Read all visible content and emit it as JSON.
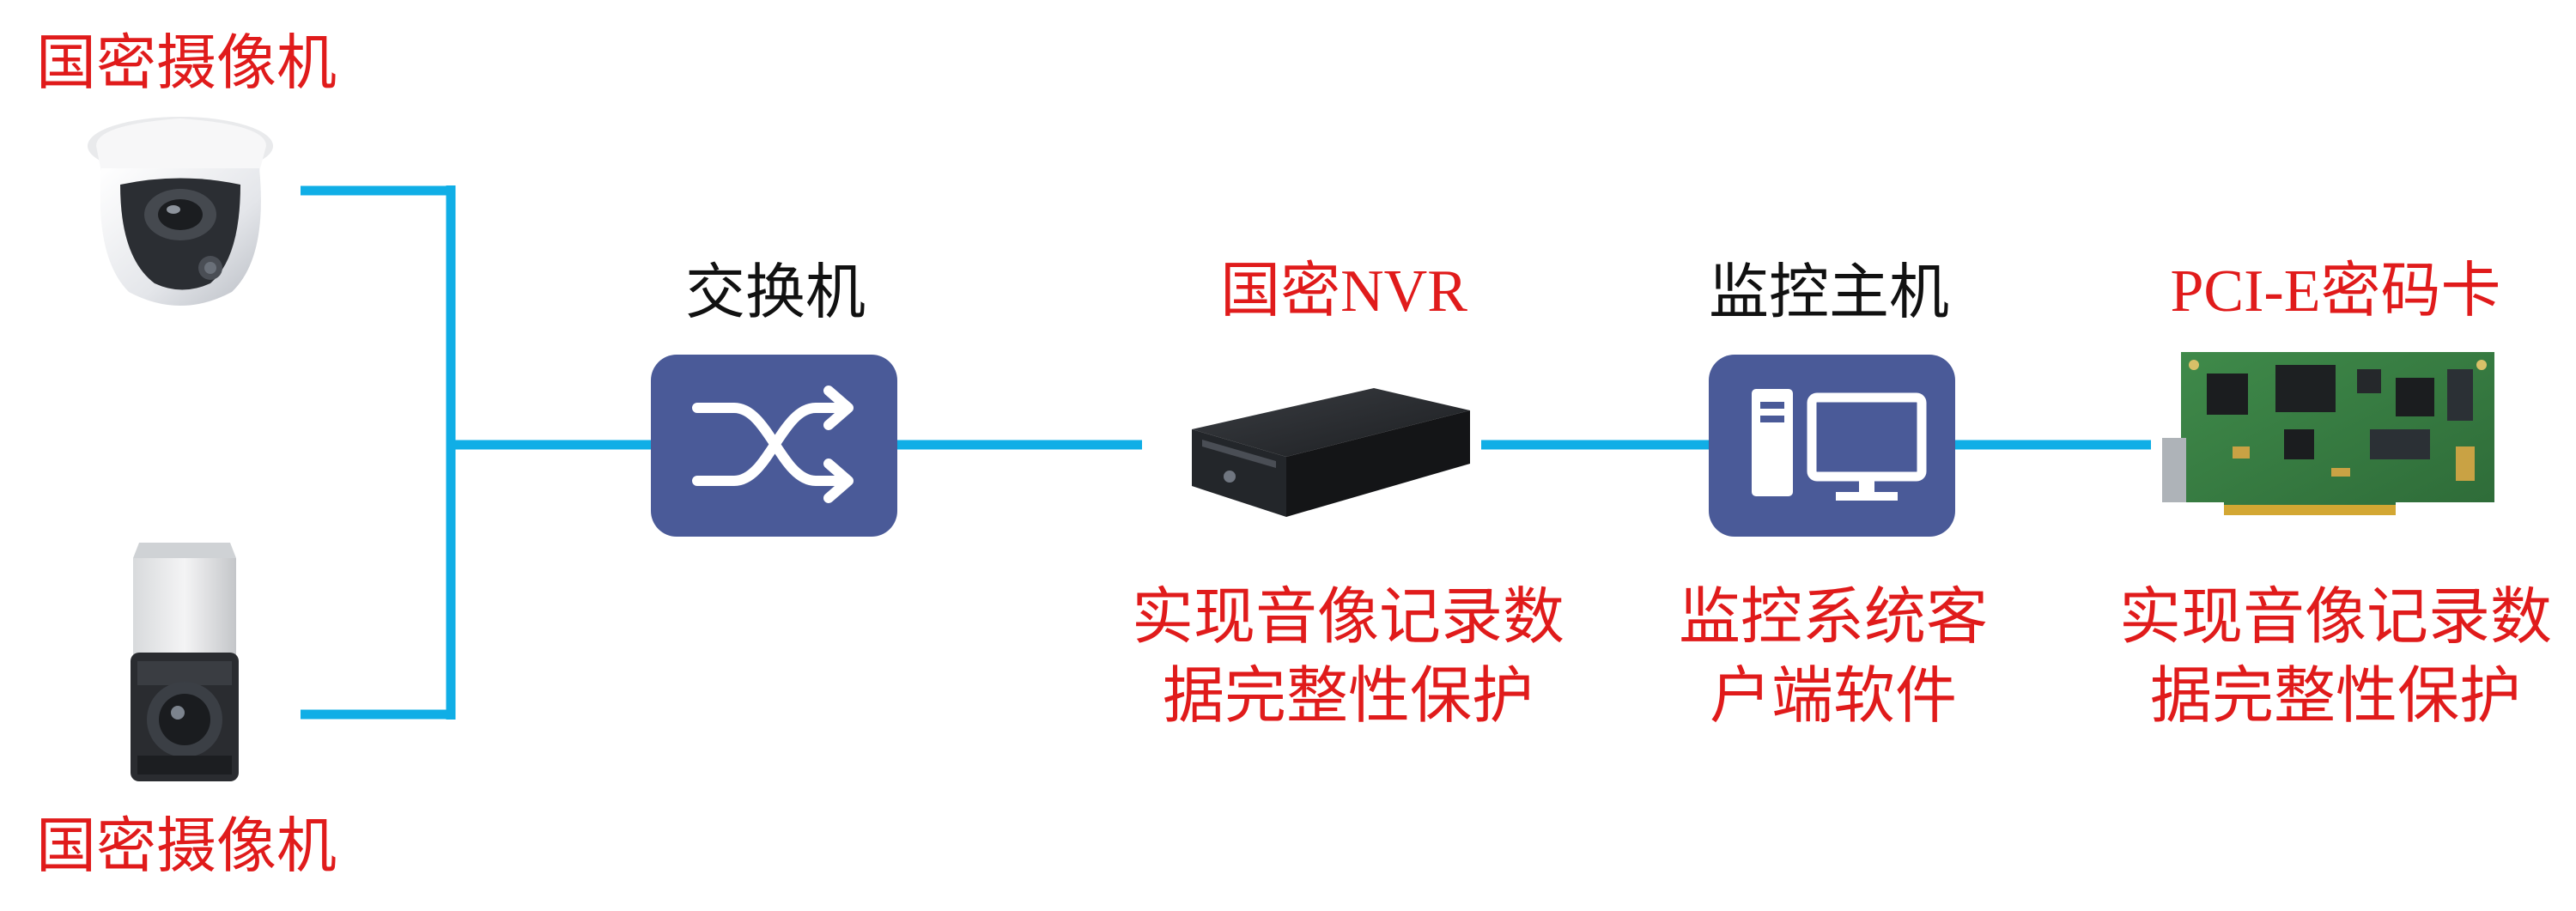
{
  "nodes": {
    "camera_top": {
      "label": "国密摄像机",
      "icon": "dome-camera-icon"
    },
    "camera_bottom": {
      "label": "国密摄像机",
      "icon": "bullet-camera-icon"
    },
    "switch": {
      "label": "交换机",
      "icon": "shuffle-icon"
    },
    "nvr": {
      "label": "国密NVR",
      "icon": "nvr-device-icon",
      "desc_line1": "实现音像记录数",
      "desc_line2": "据完整性保护"
    },
    "host": {
      "label": "监控主机",
      "icon": "desktop-computer-icon",
      "desc_line1": "监控系统客",
      "desc_line2": "户端软件"
    },
    "card": {
      "label": "PCI-E密码卡",
      "icon": "pcie-card-icon",
      "desc_line1": "实现音像记录数",
      "desc_line2": "据完整性保护"
    }
  },
  "colors": {
    "link": "#10aee6",
    "node_fill": "#4a5a98",
    "red_text": "#e01b1b",
    "black_text": "#111111"
  }
}
